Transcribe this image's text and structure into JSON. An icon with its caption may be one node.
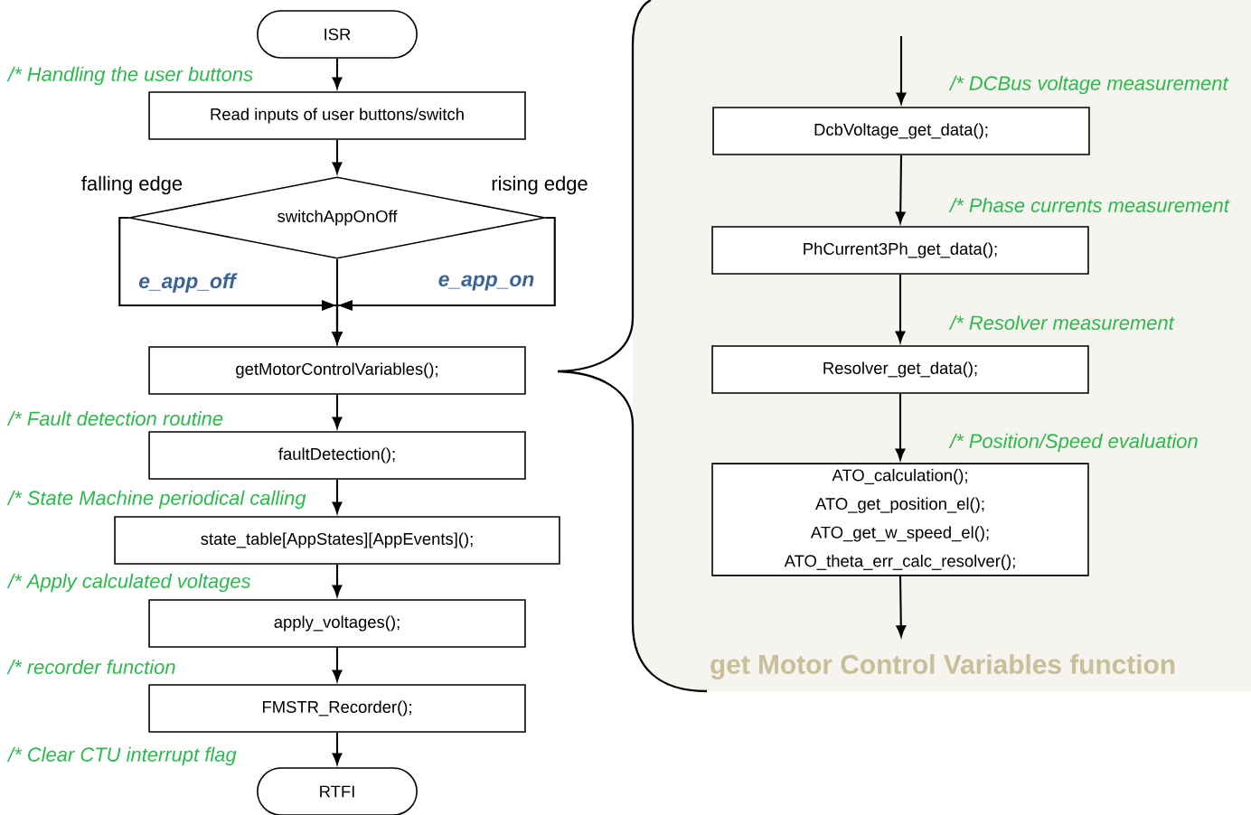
{
  "diagram": {
    "nodes": [
      {
        "text": [
          "ISR"
        ]
      },
      {
        "text": [
          "Read inputs of user buttons/switch"
        ]
      },
      {
        "text": [
          "switchAppOnOff"
        ]
      },
      {
        "text": [
          "getMotorControlVariables();"
        ]
      },
      {
        "text": [
          "faultDetection();"
        ]
      },
      {
        "text": [
          "state_table[AppStates][AppEvents]();"
        ]
      },
      {
        "text": [
          "apply_voltages();"
        ]
      },
      {
        "text": [
          "FMSTR_Recorder();"
        ]
      },
      {
        "text": [
          "RTFI"
        ]
      },
      {
        "text": [
          "get  Motor  Control  Variables  function"
        ]
      },
      {
        "text": [
          "DcbVoltage_get_data();"
        ],
        "in": 9
      },
      {
        "text": [
          "PhCurrent3Ph_get_data();"
        ],
        "in": 9
      },
      {
        "text": [
          "Resolver_get_data();"
        ],
        "in": 9
      },
      {
        "text": [
          "ATO_calculation();",
          "ATO_get_position_el();",
          "ATO_get_w_speed_el();",
          "ATO_theta_err_calc_resolver();"
        ],
        "in": 9
      }
    ],
    "edges": [
      {
        "from": 0,
        "to": 1,
        "arrow": "to"
      },
      {
        "from": 1,
        "to": 2,
        "arrow": "to"
      },
      {
        "from": 2,
        "to": 3,
        "arrow": "to",
        "label": "e_app_off"
      },
      {
        "from": 2,
        "to": 3,
        "arrow": "to",
        "label": "e_app_on"
      },
      {
        "from": 2,
        "to": 3,
        "arrow": "to"
      },
      {
        "from": 3,
        "to": 4,
        "arrow": "to"
      },
      {
        "from": 4,
        "to": 5,
        "arrow": "to"
      },
      {
        "from": 5,
        "to": 6,
        "arrow": "to"
      },
      {
        "from": 6,
        "to": 7,
        "arrow": "to"
      },
      {
        "from": 7,
        "to": 8,
        "arrow": "to"
      },
      {
        "from": null,
        "to": 10,
        "arrow": "to"
      },
      {
        "from": 10,
        "to": 11,
        "arrow": "to"
      },
      {
        "from": 11,
        "to": 12,
        "arrow": "to"
      },
      {
        "from": 12,
        "to": 13,
        "arrow": "to"
      },
      {
        "from": 13,
        "to": null,
        "arrow": "to"
      }
    ],
    "labels": [
      "/* Handling the user buttons",
      "falling edge",
      "rising edge",
      "/* Fault detection routine",
      "/* State Machine periodical calling",
      "/* Apply calculated voltages",
      "/* recorder function",
      "/* Clear CTU interrupt flag",
      "/* DCBus voltage measurement",
      "/* Phase currents measurement",
      "/* Resolver measurement",
      "/* Position/Speed evaluation"
    ]
  }
}
